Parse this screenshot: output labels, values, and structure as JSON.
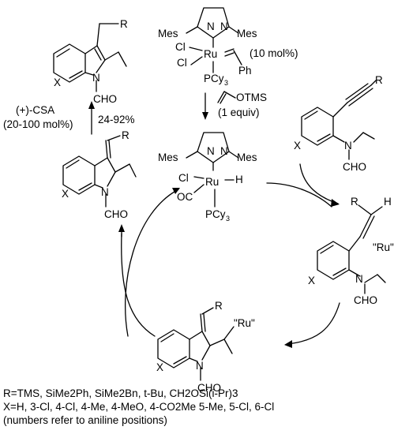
{
  "labels": {
    "r": "R",
    "x": "X",
    "n": "N",
    "cho": "CHO",
    "mes": "Mes",
    "cl": "Cl",
    "ru": "Ru",
    "ph": "Ph",
    "pcy": "PCy",
    "three": "3",
    "h": "H",
    "oc": "OC",
    "otms": "OTMS",
    "ru_quoted": "\"Ru\"",
    "catalyst_loading": "(10 mol%)",
    "additive": "(1 equiv)",
    "acid": "(+)-CSA",
    "acid_loading": "(20-100 mol%)",
    "yield": "24-92%"
  },
  "footnote": {
    "r_line": "R=TMS, SiMe2Ph, SiMe2Bn, t-Bu, CH2OSi(i-Pr)3",
    "x_line": "X=H, 3-Cl, 4-Cl, 4-Me, 4-MeO, 4-CO2Me 5-Me, 5-Cl, 6-Cl",
    "note_line": "(numbers refer to aniline positions)"
  }
}
